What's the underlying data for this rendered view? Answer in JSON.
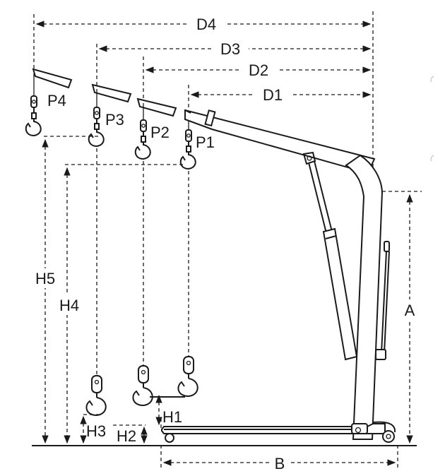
{
  "labels": {
    "D4": "D4",
    "D3": "D3",
    "D2": "D2",
    "D1": "D1",
    "P4": "P4",
    "P3": "P3",
    "P2": "P2",
    "P1": "P1",
    "H5": "H5",
    "H4": "H4",
    "H3": "H3",
    "H2": "H2",
    "H1": "H1",
    "A": "A",
    "B": "B"
  },
  "colors": {
    "line": "#1a1a1a",
    "background": "#ffffff"
  }
}
